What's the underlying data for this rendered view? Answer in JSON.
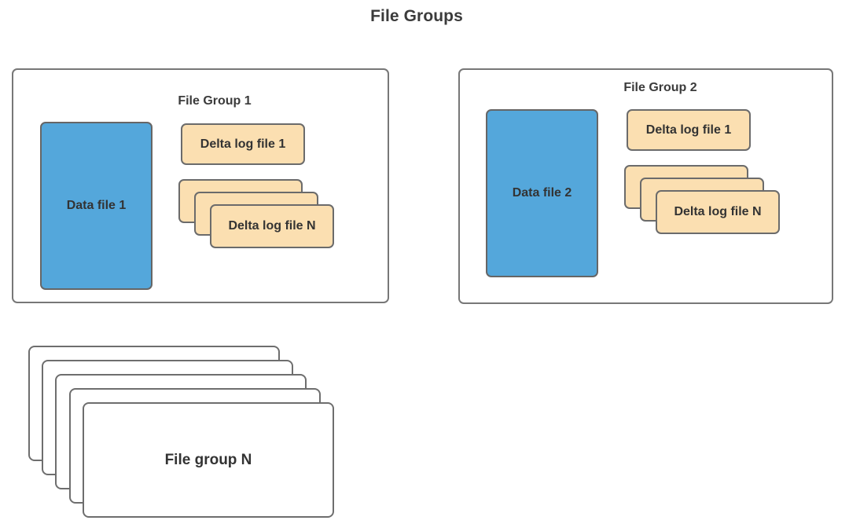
{
  "title": "File Groups",
  "colors": {
    "data_file_fill": "#54A7DB",
    "delta_file_fill": "#FBDFB1",
    "border": "#6b6b6b",
    "text": "#333333",
    "background": "#FFFFFF"
  },
  "groups": [
    {
      "label": "File Group 1",
      "data_file": "Data file 1",
      "delta_first": "Delta log file 1",
      "delta_last": "Delta log file N",
      "delta_stack_layers": 3
    },
    {
      "label": "File Group 2",
      "data_file": "Data file 2",
      "delta_first": "Delta log file 1",
      "delta_last": "Delta log file N",
      "delta_stack_layers": 3
    }
  ],
  "file_group_n": {
    "label": "File group N",
    "stack_layers": 5
  }
}
